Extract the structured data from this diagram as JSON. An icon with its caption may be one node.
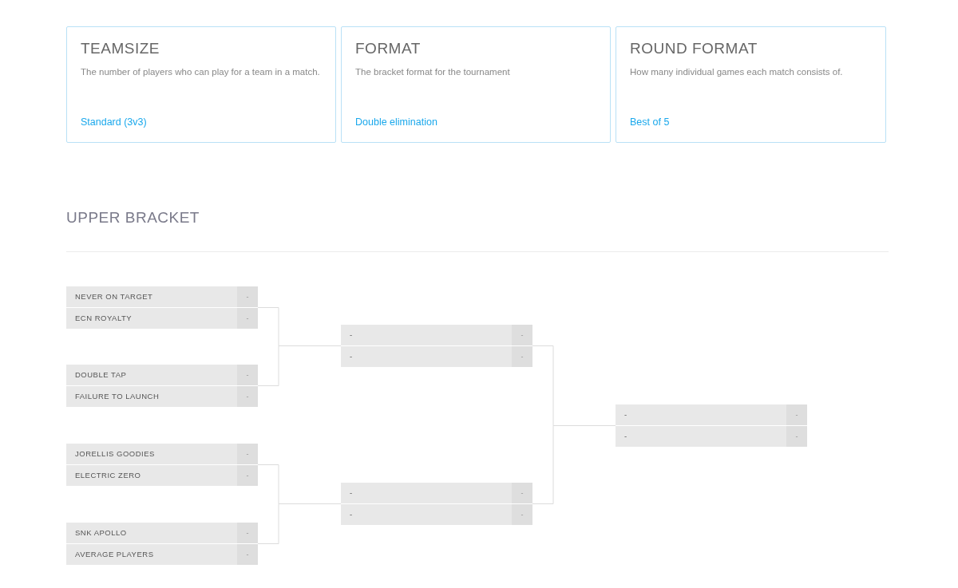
{
  "diagram": {
    "nodes": [
      {
        "text": [
          "TEAMSIZE",
          "The number of players who can play for a team in a match.",
          "Standard (3v3)"
        ]
      },
      {
        "text": [
          "FORMAT",
          "The bracket format for the tournament",
          "Double elimination"
        ]
      },
      {
        "text": [
          "ROUND FORMAT",
          "How many individual games each match consists of.",
          "Best of 5"
        ]
      },
      {
        "text": [],
        "shape": "box"
      },
      {
        "text": [
          "NEVER ON TARGET",
          "-"
        ],
        "in": 3
      },
      {
        "text": [
          "ECN ROYALTY",
          "-"
        ],
        "in": 3
      },
      {
        "text": [],
        "shape": "box"
      },
      {
        "text": [
          "DOUBLE TAP",
          "-"
        ],
        "in": 6
      },
      {
        "text": [
          "FAILURE TO LAUNCH",
          "-"
        ],
        "in": 6
      },
      {
        "text": [],
        "shape": "box"
      },
      {
        "text": [
          "JORELLIS GOODIES",
          "-"
        ],
        "in": 9
      },
      {
        "text": [
          "ELECTRIC ZERO",
          "-"
        ],
        "in": 9
      },
      {
        "text": [],
        "shape": "box"
      },
      {
        "text": [
          "SNK APOLLO",
          "-"
        ],
        "in": 12
      },
      {
        "text": [
          "AVERAGE PLAYERS",
          "-"
        ],
        "in": 12
      },
      {
        "text": [],
        "shape": "box"
      },
      {
        "text": [
          "-",
          "-"
        ],
        "in": 15
      },
      {
        "text": [
          "-",
          "-"
        ],
        "in": 15
      },
      {
        "text": [],
        "shape": "box"
      },
      {
        "text": [
          "-",
          "-"
        ],
        "in": 18
      },
      {
        "text": [
          "-",
          "-"
        ],
        "in": 18
      },
      {
        "text": [],
        "shape": "box"
      },
      {
        "text": [
          "-",
          "-"
        ],
        "in": 21
      },
      {
        "text": [
          "-",
          "-"
        ],
        "in": 21
      }
    ],
    "edges": [
      {
        "from": 3,
        "to": 15,
        "arrow": "none"
      },
      {
        "from": 6,
        "to": 15,
        "arrow": "none"
      },
      {
        "from": 9,
        "to": 18,
        "arrow": "none"
      },
      {
        "from": 12,
        "to": 18,
        "arrow": "none"
      },
      {
        "from": 15,
        "to": 21,
        "arrow": "none"
      },
      {
        "from": 18,
        "to": 21,
        "arrow": "none"
      }
    ],
    "labels": [
      "UPPER BRACKET"
    ]
  }
}
